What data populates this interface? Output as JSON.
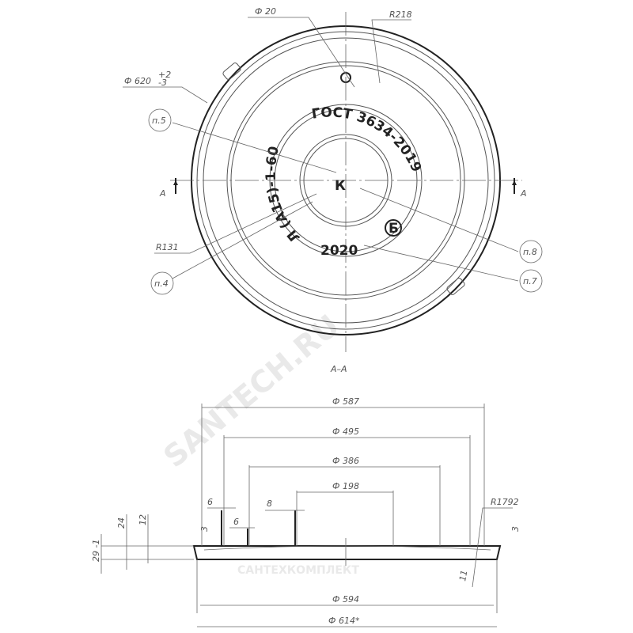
{
  "watermark": "SANTECH.RU",
  "watermark_secondary": "САНТЕХКОМПЛЕКТ",
  "plan_view": {
    "embossed_text": [
      "Л (А15)-1-60",
      "ГОСТ 3634-2019",
      "2020"
    ],
    "center_letter": "К",
    "logo_letter": "Б",
    "dims": {
      "hole": "Ф 20",
      "radius_top": "R218",
      "outer": "Ф 620",
      "outer_tol_plus": "+2",
      "outer_tol_minus": "-3",
      "radius_inner": "R131"
    },
    "callouts": [
      "п.5",
      "п.4",
      "п.8",
      "п.7"
    ],
    "section_marks": [
      "А",
      "А"
    ]
  },
  "section_view": {
    "title": "А–А",
    "dims_horizontal": [
      "Ф 587",
      "Ф 495",
      "Ф 386",
      "Ф 198",
      "Ф 594",
      "Ф 614*"
    ],
    "dims_small": [
      "6",
      "6",
      "8",
      "3",
      "3"
    ],
    "dims_vertical": [
      "29 -1",
      "24",
      "12",
      "11"
    ],
    "radius": "R1792"
  }
}
